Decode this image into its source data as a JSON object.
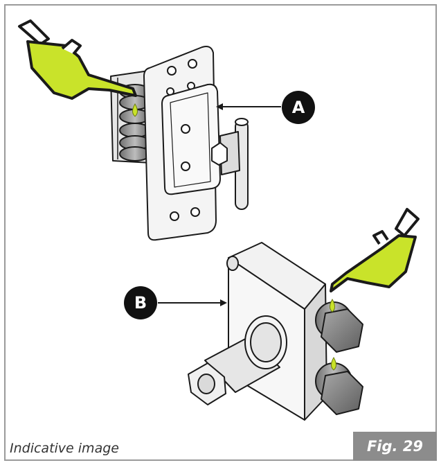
{
  "callouts": {
    "a": "A",
    "b": "B"
  },
  "caption": "Indicative image",
  "figure_label": "Fig. 29",
  "colors": {
    "oil_can": "#c9e32a",
    "oil_drop": "#c9e32a",
    "outline": "#1a1a1a",
    "metal_light": "#f4f4f4",
    "metal_mid": "#cfcfcf",
    "metal_dark": "#8a8a8a",
    "callout_bg": "#111111",
    "figure_tag_bg": "#8c8c8c",
    "frame": "#9a9a9a"
  },
  "icons": [
    "oil-can-icon",
    "oil-drop-icon"
  ]
}
